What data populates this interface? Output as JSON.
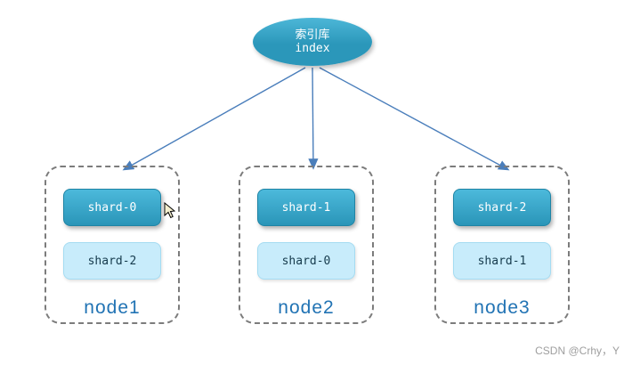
{
  "index": {
    "label_cn": "索引库",
    "label_en": "index"
  },
  "nodes": [
    {
      "label": "node1",
      "shards": [
        {
          "label": "shard-0",
          "type": "primary"
        },
        {
          "label": "shard-2",
          "type": "replica"
        }
      ]
    },
    {
      "label": "node2",
      "shards": [
        {
          "label": "shard-1",
          "type": "primary"
        },
        {
          "label": "shard-0",
          "type": "replica"
        }
      ]
    },
    {
      "label": "node3",
      "shards": [
        {
          "label": "shard-2",
          "type": "primary"
        },
        {
          "label": "shard-1",
          "type": "replica"
        }
      ]
    }
  ],
  "watermark": "CSDN @Crhy，Y",
  "colors": {
    "primary_shard": "#2a95b8",
    "replica_shard": "#c8ecfb",
    "node_label": "#2173b4",
    "arrow": "#4a7ebb",
    "dashed_border": "#7c7c7c"
  }
}
